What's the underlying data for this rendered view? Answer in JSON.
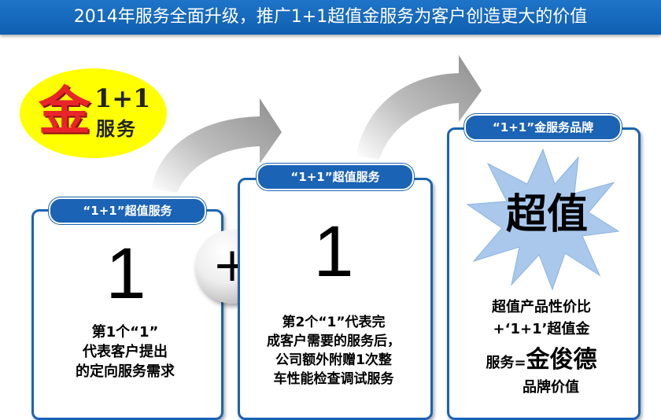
{
  "header": {
    "title": "2014年服务全面升级，推广1+1超值金服务为客户创造更大的价值"
  },
  "logo": {
    "main": "金",
    "plus": "1+1",
    "sub": "服务"
  },
  "box1": {
    "pill": "“1+1”超值服务",
    "number": "1",
    "desc": [
      "第1个“1”",
      "代表客户提出",
      "的定向服务需求"
    ]
  },
  "plus_sign": "+",
  "box2": {
    "pill": "“1+1”超值服务",
    "number": "1",
    "desc": [
      "第2个“1”代表完",
      "成客户需要的服务后，",
      "公司额外附赠1次整",
      "车性能检查调试服务"
    ]
  },
  "box3": {
    "pill": "“1+1”金服务品牌",
    "star_text": "超值",
    "line1": "超值产品性价比",
    "line2": "+‘1+1’超值金",
    "line3_prefix": "服务=",
    "brand": "金俊德",
    "line4": "品牌价值"
  },
  "colors": {
    "header": "#1b6bc0",
    "border": "#1b63b5",
    "logo_bg": "#ffff00",
    "logo_red": "#e8262a",
    "star": "#a9c8ec"
  }
}
